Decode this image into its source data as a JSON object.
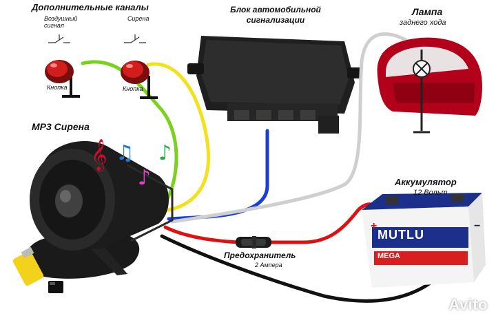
{
  "labels": {
    "extra_channels": "Дополнительные каналы",
    "air_signal": "Воздушный\nсигнал",
    "siren_sw": "Сирена",
    "button1": "Кнопка",
    "button2": "Кнопка",
    "alarm_unit": "Блок автомобильной\nсигнализации",
    "lamp_title": "Лампа",
    "lamp_sub": "заднего хода",
    "mp3_siren": "MP3 Сирена",
    "battery_title": "Аккумулятор",
    "battery_sub": "12 Вольт",
    "fuse_title": "Предохранитель",
    "fuse_sub": "2 Ампера",
    "battery_brand": "MUTLU",
    "battery_model": "MEGA",
    "plus": "+",
    "minus": "−",
    "watermark": "Avito"
  },
  "colors": {
    "red_wire": "#e01010",
    "black_wire": "#111111",
    "blue_wire": "#1a3fd6",
    "yellow_wire": "#f2e11b",
    "green_wire": "#7bd21e",
    "gray_wire": "#cfcfcf",
    "battery_body": "#f4f4f4",
    "battery_top": "#1c2f8a",
    "lamp_red": "#c8102e"
  },
  "icons": [
    "music-note-icon",
    "usb-flash-icon",
    "microsd-icon"
  ]
}
